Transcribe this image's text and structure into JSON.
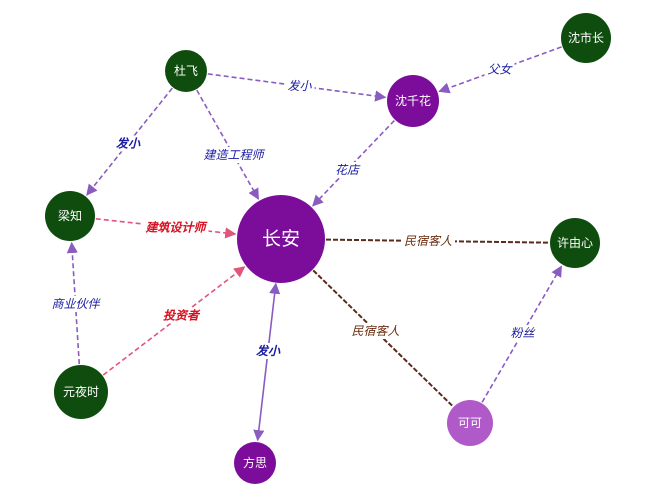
{
  "colors": {
    "dark_green": "#0f4d0f",
    "purple": "#7b0d9a",
    "light_purple": "#b05ac9",
    "edge_purple": "#8a5cc0",
    "edge_pink": "#e0557a",
    "edge_brown": "#5a2a1a",
    "label_blue": "#1a1aa0",
    "label_red": "#d81020",
    "label_brown": "#6a2d10"
  },
  "nodes": [
    {
      "id": "changan",
      "label": "长安",
      "color": "purple"
    },
    {
      "id": "dufei",
      "label": "杜飞",
      "color": "dark_green"
    },
    {
      "id": "shenqianhua",
      "label": "沈千花",
      "color": "purple"
    },
    {
      "id": "shenshizhang",
      "label": "沈市长",
      "color": "dark_green"
    },
    {
      "id": "liangzhi",
      "label": "梁知",
      "color": "dark_green"
    },
    {
      "id": "xuyouxin",
      "label": "许由心",
      "color": "dark_green"
    },
    {
      "id": "yuanyeshi",
      "label": "元夜时",
      "color": "dark_green"
    },
    {
      "id": "fangsi",
      "label": "方思",
      "color": "purple"
    },
    {
      "id": "keke",
      "label": "可可",
      "color": "light_purple"
    }
  ],
  "edges": [
    {
      "from": "dufei",
      "to": "shenqianhua",
      "label": "发小",
      "style": "purple",
      "arrow": "end",
      "bold": false
    },
    {
      "from": "shenshizhang",
      "to": "shenqianhua",
      "label": "父女",
      "style": "purple",
      "arrow": "end",
      "bold": false
    },
    {
      "from": "dufei",
      "to": "liangzhi",
      "label": "发小",
      "style": "purple",
      "arrow": "end",
      "bold": true
    },
    {
      "from": "dufei",
      "to": "changan",
      "label": "建造工程师",
      "style": "purple",
      "arrow": "end",
      "bold": false
    },
    {
      "from": "shenqianhua",
      "to": "changan",
      "label": "花店",
      "style": "purple",
      "arrow": "end",
      "bold": false
    },
    {
      "from": "liangzhi",
      "to": "changan",
      "label": "建筑设计师",
      "style": "pink",
      "arrow": "end",
      "bold": true
    },
    {
      "from": "changan",
      "to": "xuyouxin",
      "label": "民宿客人",
      "style": "brown",
      "arrow": "none",
      "bold": false
    },
    {
      "from": "changan",
      "to": "keke",
      "label": "民宿客人",
      "style": "brown",
      "arrow": "none",
      "bold": false
    },
    {
      "from": "yuanyeshi",
      "to": "liangzhi",
      "label": "商业伙伴",
      "style": "purple",
      "arrow": "end",
      "bold": false
    },
    {
      "from": "yuanyeshi",
      "to": "changan",
      "label": "投资者",
      "style": "pink",
      "arrow": "end",
      "bold": true
    },
    {
      "from": "changan",
      "to": "fangsi",
      "label": "发小",
      "style": "purple_solid",
      "arrow": "both",
      "bold": true
    },
    {
      "from": "keke",
      "to": "xuyouxin",
      "label": "粉丝",
      "style": "purple",
      "arrow": "end",
      "bold": false
    }
  ]
}
